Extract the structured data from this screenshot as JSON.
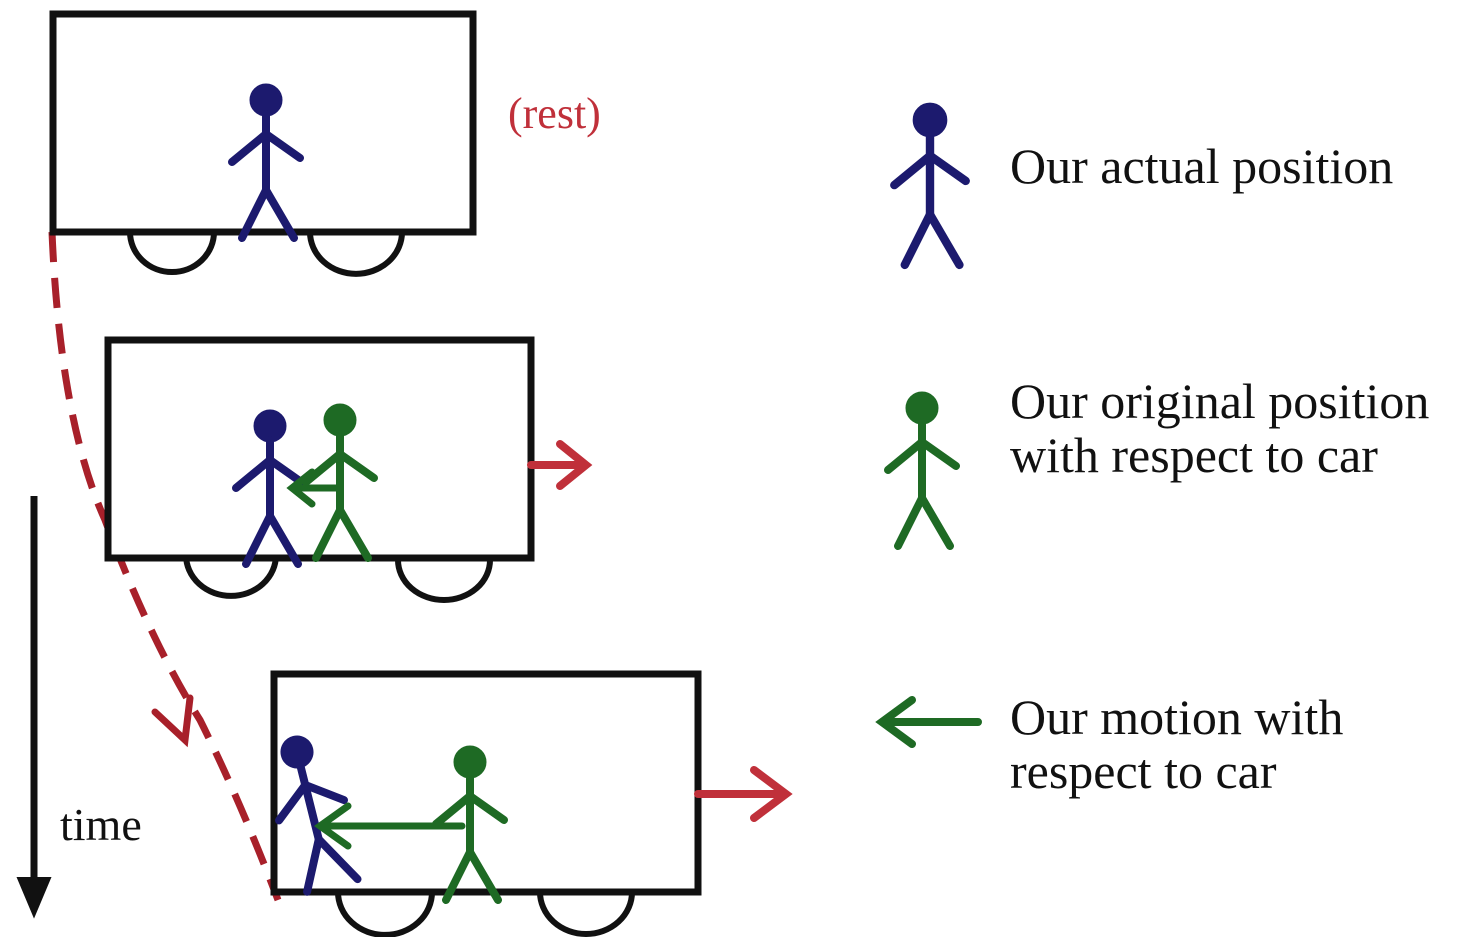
{
  "labels": {
    "rest": "(rest)",
    "time": "time"
  },
  "legend": {
    "actual_position": "Our actual position",
    "original_position_line1": "Our original position",
    "original_position_line2": "with respect to car",
    "motion_line1": "Our motion with",
    "motion_line2": "respect to car"
  },
  "colors": {
    "outline": "#111111",
    "actual_figure": "#1c1a6e",
    "original_figure": "#1e6a24",
    "car_motion_arrow": "#c0303a",
    "path_dashed": "#a8202a",
    "rest_text": "#c0303a"
  },
  "icons": {
    "car": "car-body-with-wheels",
    "actual": "stick-figure-blue",
    "original": "stick-figure-green",
    "motion": "left-arrow-green",
    "car_motion": "right-arrow-red",
    "time": "down-arrow-black"
  }
}
